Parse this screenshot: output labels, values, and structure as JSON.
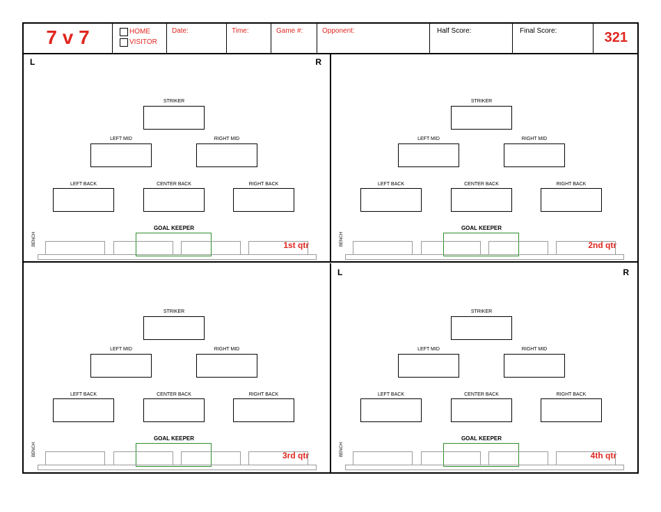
{
  "header": {
    "title": "7 v 7",
    "home_label": "HOME",
    "visitor_label": "VISITOR",
    "date_label": "Date:",
    "time_label": "Time:",
    "game_label": "Game #:",
    "opponent_label": "Opponent:",
    "half_score_label": "Half Score:",
    "final_score_label": "Final Score:",
    "formation_code": "321"
  },
  "field": {
    "left_marker": "L",
    "right_marker": "R",
    "positions": {
      "striker": "STRIKER",
      "left_mid": "LEFT MID",
      "right_mid": "RIGHT MID",
      "left_back": "LEFT BACK",
      "center_back": "CENTER BACK",
      "right_back": "RIGHT BACK",
      "goal_keeper": "GOAL KEEPER"
    },
    "bench_label": "BENCH"
  },
  "quarters": [
    {
      "label": "1st qtr"
    },
    {
      "label": "2nd qtr"
    },
    {
      "label": "3rd qtr"
    },
    {
      "label": "4th qtr"
    }
  ],
  "colors": {
    "accent": "#e0261f",
    "goalkeeper_box": "#2a8c2a"
  }
}
